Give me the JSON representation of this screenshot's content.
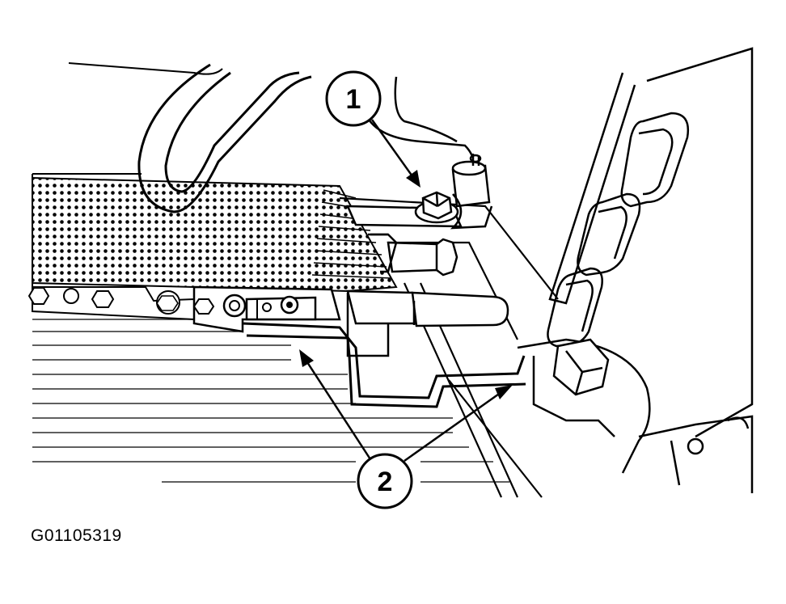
{
  "callouts": [
    {
      "label": "1"
    },
    {
      "label": "2"
    }
  ],
  "figure_id": "G01105319",
  "colors": {
    "ink": "#000000",
    "paper": "#ffffff"
  }
}
